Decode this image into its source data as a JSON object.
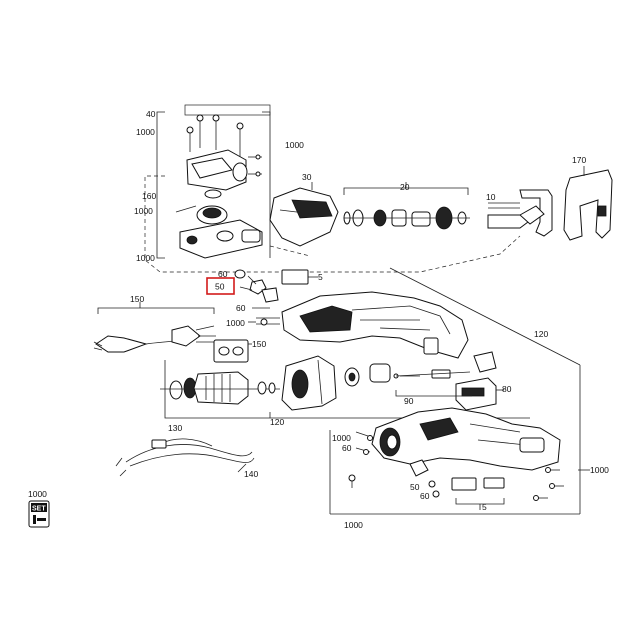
{
  "labels": {
    "l40": "40",
    "l1000_tl": "1000",
    "l1000_top_right": "1000",
    "l30": "30",
    "l20": "20",
    "l170": "170",
    "l10": "10",
    "l160": "160",
    "l1000_left_mid": "1000",
    "l1000_left_low": "1000",
    "l60_a": "60",
    "l50_selected": "50",
    "l5_a": "5",
    "l60_b": "60",
    "l1000_mid": "1000",
    "l150_a": "150",
    "l150_b": "150",
    "l120_a": "120",
    "l120_b": "120",
    "l130": "130",
    "l90": "90",
    "l80": "80",
    "l140": "140",
    "l1000_r1": "1000",
    "l60_c": "60",
    "l1000_r2": "1000",
    "l50_c": "50",
    "l60_d": "60",
    "l5_b": "5",
    "l1000_bottom": "1000",
    "l1000_set": "1000",
    "set_text": "SET"
  },
  "colors": {
    "highlight": "#d21a1a",
    "line": "#222222"
  }
}
